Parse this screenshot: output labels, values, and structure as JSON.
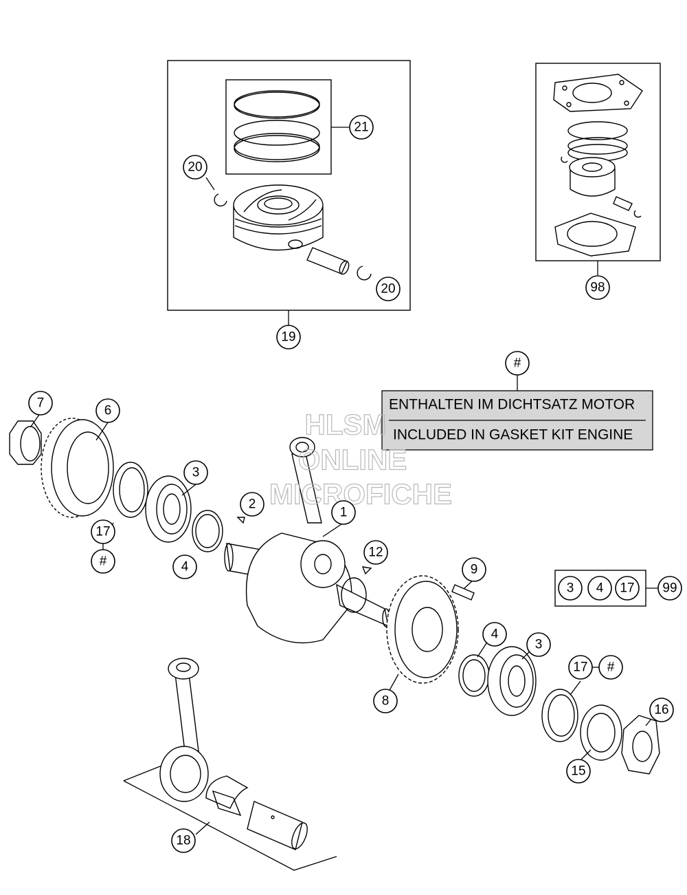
{
  "callouts": {
    "c21": "21",
    "c20a": "20",
    "c20b": "20",
    "c19": "19",
    "c98": "98",
    "c7": "7",
    "c6": "6",
    "c3a": "3",
    "c17a": "17",
    "ca": "#",
    "c2": "2",
    "c4a": "4",
    "c1": "1",
    "c12": "12",
    "c9": "9",
    "c8": "8",
    "c4b": "4",
    "c3b": "3",
    "c17b": "17",
    "cb": "#",
    "c16": "16",
    "c15": "15",
    "c18": "18",
    "chash": "#",
    "k3": "3",
    "k4": "4",
    "k17": "17",
    "c99": "99"
  },
  "note": {
    "line1": "ENTHALTEN IM DICHTSATZ MOTOR",
    "line2": "INCLUDED IN GASKET KIT ENGINE"
  },
  "watermark": {
    "line1": "HLSM",
    "line2": "ONLINE",
    "line3": "MICROFICHE"
  },
  "colors": {
    "note_fill": "#d6d6d6",
    "line": "#000000",
    "watermark": "#b8b8b8"
  }
}
